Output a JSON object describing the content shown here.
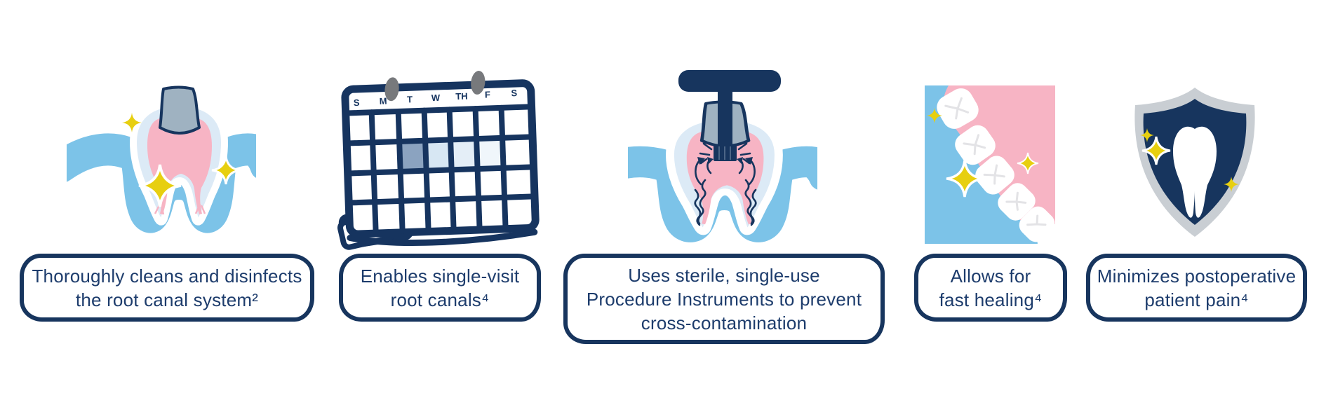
{
  "page": {
    "background": "#ffffff"
  },
  "colors": {
    "navy": "#17355e",
    "text_navy": "#1d3c6c",
    "gum_blue": "#7cc3e8",
    "pale_tooth_blue": "#dceaf6",
    "pulp_pink": "#f7b4c4",
    "stump_gray": "#9fb2c1",
    "sparkle_yellow": "#e7cf10",
    "shield_silver": "#c9ced3",
    "pin_gray": "#77797c",
    "calendar_highlight": "#8ba3c0",
    "calendar_light_cell": "#d7e7f3"
  },
  "calendar": {
    "days": [
      "S",
      "M",
      "T",
      "W",
      "TH",
      "F",
      "S"
    ]
  },
  "cards": [
    {
      "icon": "tooth-cross-section-sparkles-icon",
      "lines": [
        "Thoroughly cleans and disinfects",
        "the root canal system²"
      ]
    },
    {
      "icon": "calendar-icon",
      "lines": [
        "Enables single-visit",
        "root canals⁴"
      ]
    },
    {
      "icon": "tooth-instrument-irrigation-icon",
      "lines": [
        "Uses sterile, single-use",
        "Procedure Instruments to prevent",
        "cross-contamination"
      ]
    },
    {
      "icon": "teeth-gums-sparkles-icon",
      "lines": [
        "Allows for",
        "fast healing⁴"
      ]
    },
    {
      "icon": "shield-tooth-icon",
      "lines": [
        "Minimizes postoperative",
        "patient pain⁴"
      ]
    }
  ]
}
